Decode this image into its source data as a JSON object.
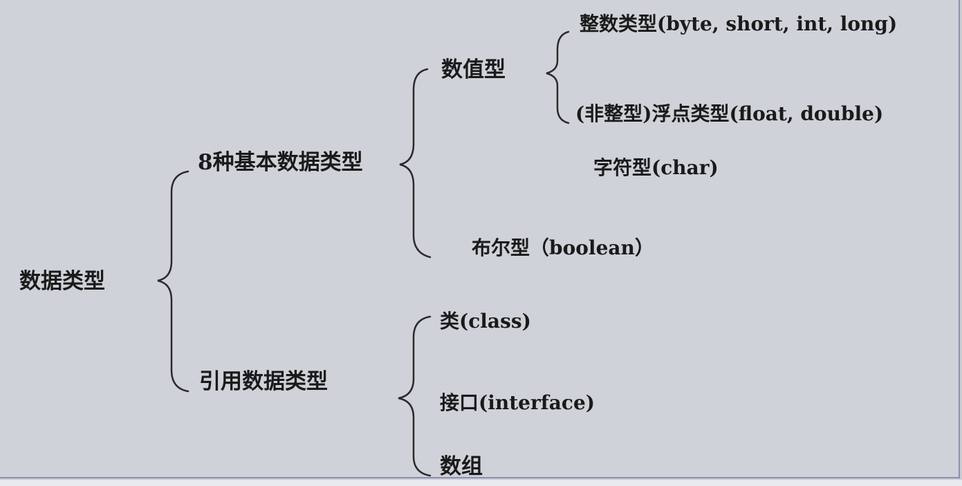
{
  "nodes": {
    "root": "数据类型",
    "primitive": "8种基本数据类型",
    "reference": "引用数据类型",
    "numeric": "数值型",
    "integer": "整数类型(byte, short, int, long)",
    "floating": "(非整型)浮点类型(float, double)",
    "char": "字符型(char)",
    "boolean": "布尔型（boolean）",
    "class": "类(class)",
    "interface": "接口(interface)",
    "array": "数组"
  }
}
